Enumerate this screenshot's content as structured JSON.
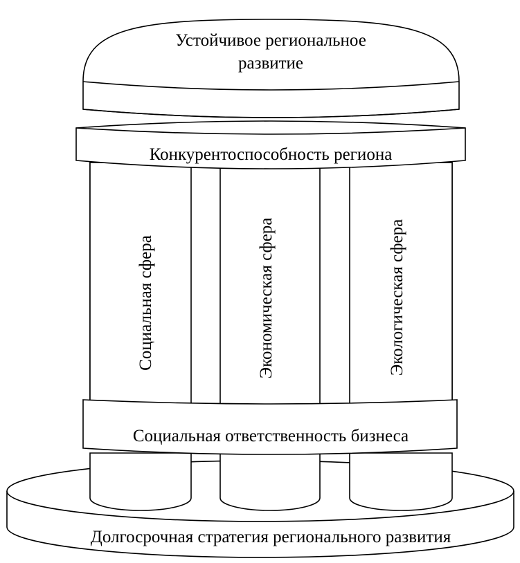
{
  "diagram": {
    "dome_label_line1": "Устойчивое региональное",
    "dome_label_line2": "развитие",
    "top_band_label": "Конкурентоспособность региона",
    "pillars": [
      {
        "label": "Социальная сфера"
      },
      {
        "label": "Экономическая сфера"
      },
      {
        "label": "Экологическая сфера"
      }
    ],
    "middle_band_label": "Социальная ответственность бизнеса",
    "base_label": "Долгосрочная стратегия регионального развития"
  }
}
